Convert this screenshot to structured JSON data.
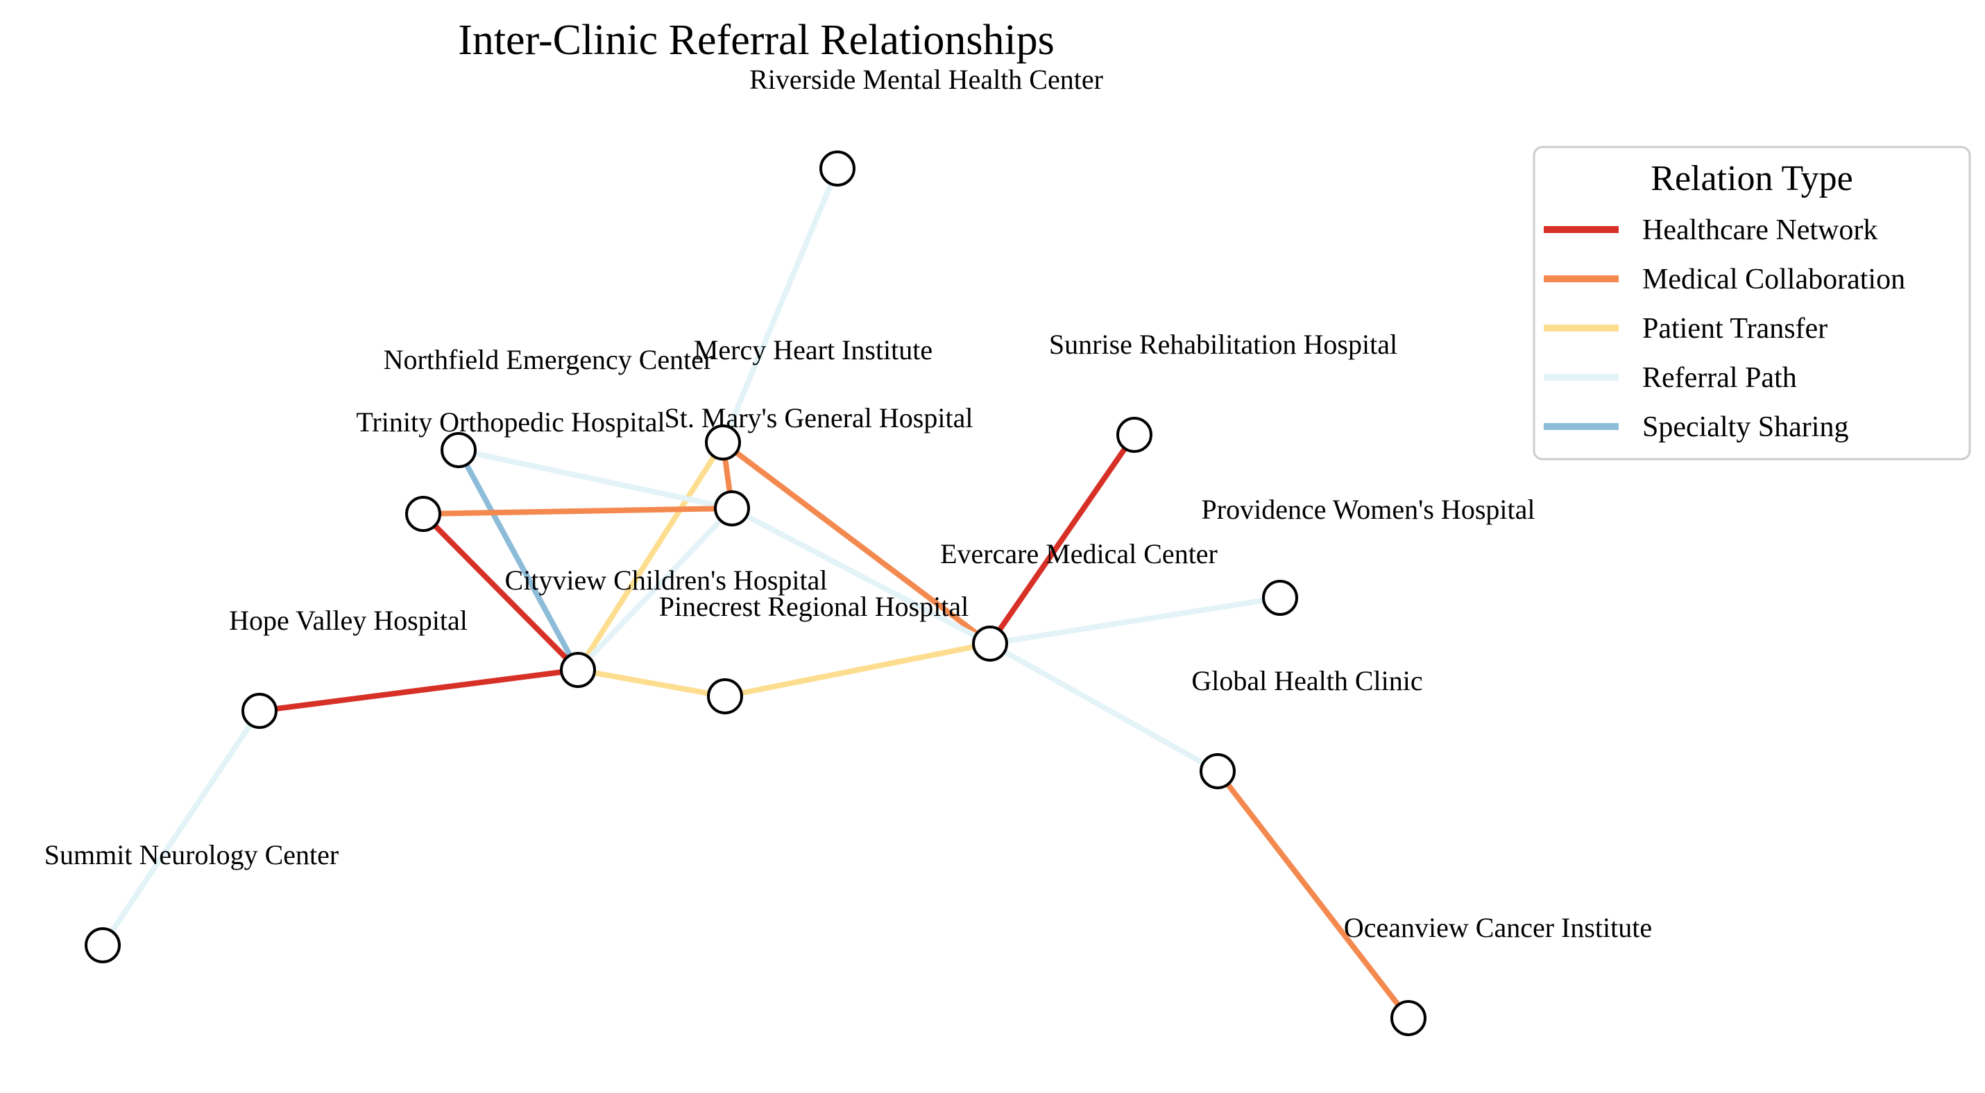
{
  "title": "Inter-Clinic Referral Relationships",
  "legend": {
    "title": "Relation Type",
    "items": [
      {
        "label": "Healthcare Network",
        "color": "#d73027"
      },
      {
        "label": "Medical Collaboration",
        "color": "#f4894f"
      },
      {
        "label": "Patient Transfer",
        "color": "#fdde90"
      },
      {
        "label": "Referral Path",
        "color": "#e3f3f8"
      },
      {
        "label": "Specialty Sharing",
        "color": "#8dbcd9"
      }
    ]
  },
  "nodes": [
    {
      "id": "riverside",
      "label": "Riverside Mental Health Center"
    },
    {
      "id": "mercy",
      "label": "Mercy Heart Institute"
    },
    {
      "id": "northfield",
      "label": "Northfield Emergency Center"
    },
    {
      "id": "stmarys",
      "label": "St. Mary's General Hospital"
    },
    {
      "id": "trinity",
      "label": "Trinity Orthopedic Hospital"
    },
    {
      "id": "sunrise",
      "label": "Sunrise Rehabilitation Hospital"
    },
    {
      "id": "providence",
      "label": "Providence Women's Hospital"
    },
    {
      "id": "evercare",
      "label": "Evercare Medical Center"
    },
    {
      "id": "cityview",
      "label": "Cityview Children's Hospital"
    },
    {
      "id": "pinecrest",
      "label": "Pinecrest Regional Hospital"
    },
    {
      "id": "hopevalley",
      "label": "Hope Valley Hospital"
    },
    {
      "id": "global",
      "label": "Global Health Clinic"
    },
    {
      "id": "summit",
      "label": "Summit Neurology Center"
    },
    {
      "id": "oceanview",
      "label": "Oceanview Cancer Institute"
    }
  ],
  "edges": [
    {
      "source": "riverside",
      "target": "mercy",
      "type": "Referral Path"
    },
    {
      "source": "mercy",
      "target": "cityview",
      "type": "Patient Transfer"
    },
    {
      "source": "mercy",
      "target": "stmarys",
      "type": "Medical Collaboration"
    },
    {
      "source": "mercy",
      "target": "evercare",
      "type": "Medical Collaboration"
    },
    {
      "source": "northfield",
      "target": "stmarys",
      "type": "Referral Path"
    },
    {
      "source": "northfield",
      "target": "cityview",
      "type": "Specialty Sharing"
    },
    {
      "source": "trinity",
      "target": "stmarys",
      "type": "Medical Collaboration"
    },
    {
      "source": "trinity",
      "target": "cityview",
      "type": "Healthcare Network"
    },
    {
      "source": "stmarys",
      "target": "cityview",
      "type": "Referral Path"
    },
    {
      "source": "stmarys",
      "target": "evercare",
      "type": "Referral Path"
    },
    {
      "source": "hopevalley",
      "target": "cityview",
      "type": "Healthcare Network"
    },
    {
      "source": "cityview",
      "target": "pinecrest",
      "type": "Patient Transfer"
    },
    {
      "source": "pinecrest",
      "target": "evercare",
      "type": "Patient Transfer"
    },
    {
      "source": "sunrise",
      "target": "evercare",
      "type": "Healthcare Network"
    },
    {
      "source": "evercare",
      "target": "providence",
      "type": "Referral Path"
    },
    {
      "source": "evercare",
      "target": "global",
      "type": "Referral Path"
    },
    {
      "source": "global",
      "target": "oceanview",
      "type": "Medical Collaboration"
    },
    {
      "source": "hopevalley",
      "target": "summit",
      "type": "Referral Path"
    }
  ]
}
